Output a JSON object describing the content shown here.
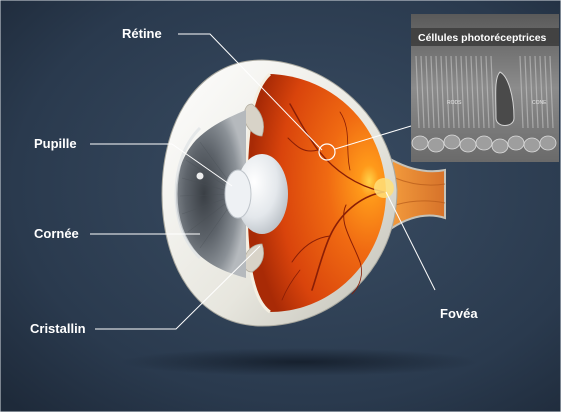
{
  "diagram": {
    "labels": {
      "retina": "Rétine",
      "pupil": "Pupille",
      "cornea": "Cornée",
      "lens": "Cristallin",
      "fovea": "Fovéa"
    },
    "inset": {
      "title": "Céllules photoréceptrices",
      "rods": "RODS",
      "cone": "CONE"
    },
    "colors": {
      "background": "#2b3a4d",
      "sclera": "#e9e9e1",
      "retina": "#e2490c",
      "iris": "#6d7278",
      "leader_lines": "#ffffff"
    }
  }
}
